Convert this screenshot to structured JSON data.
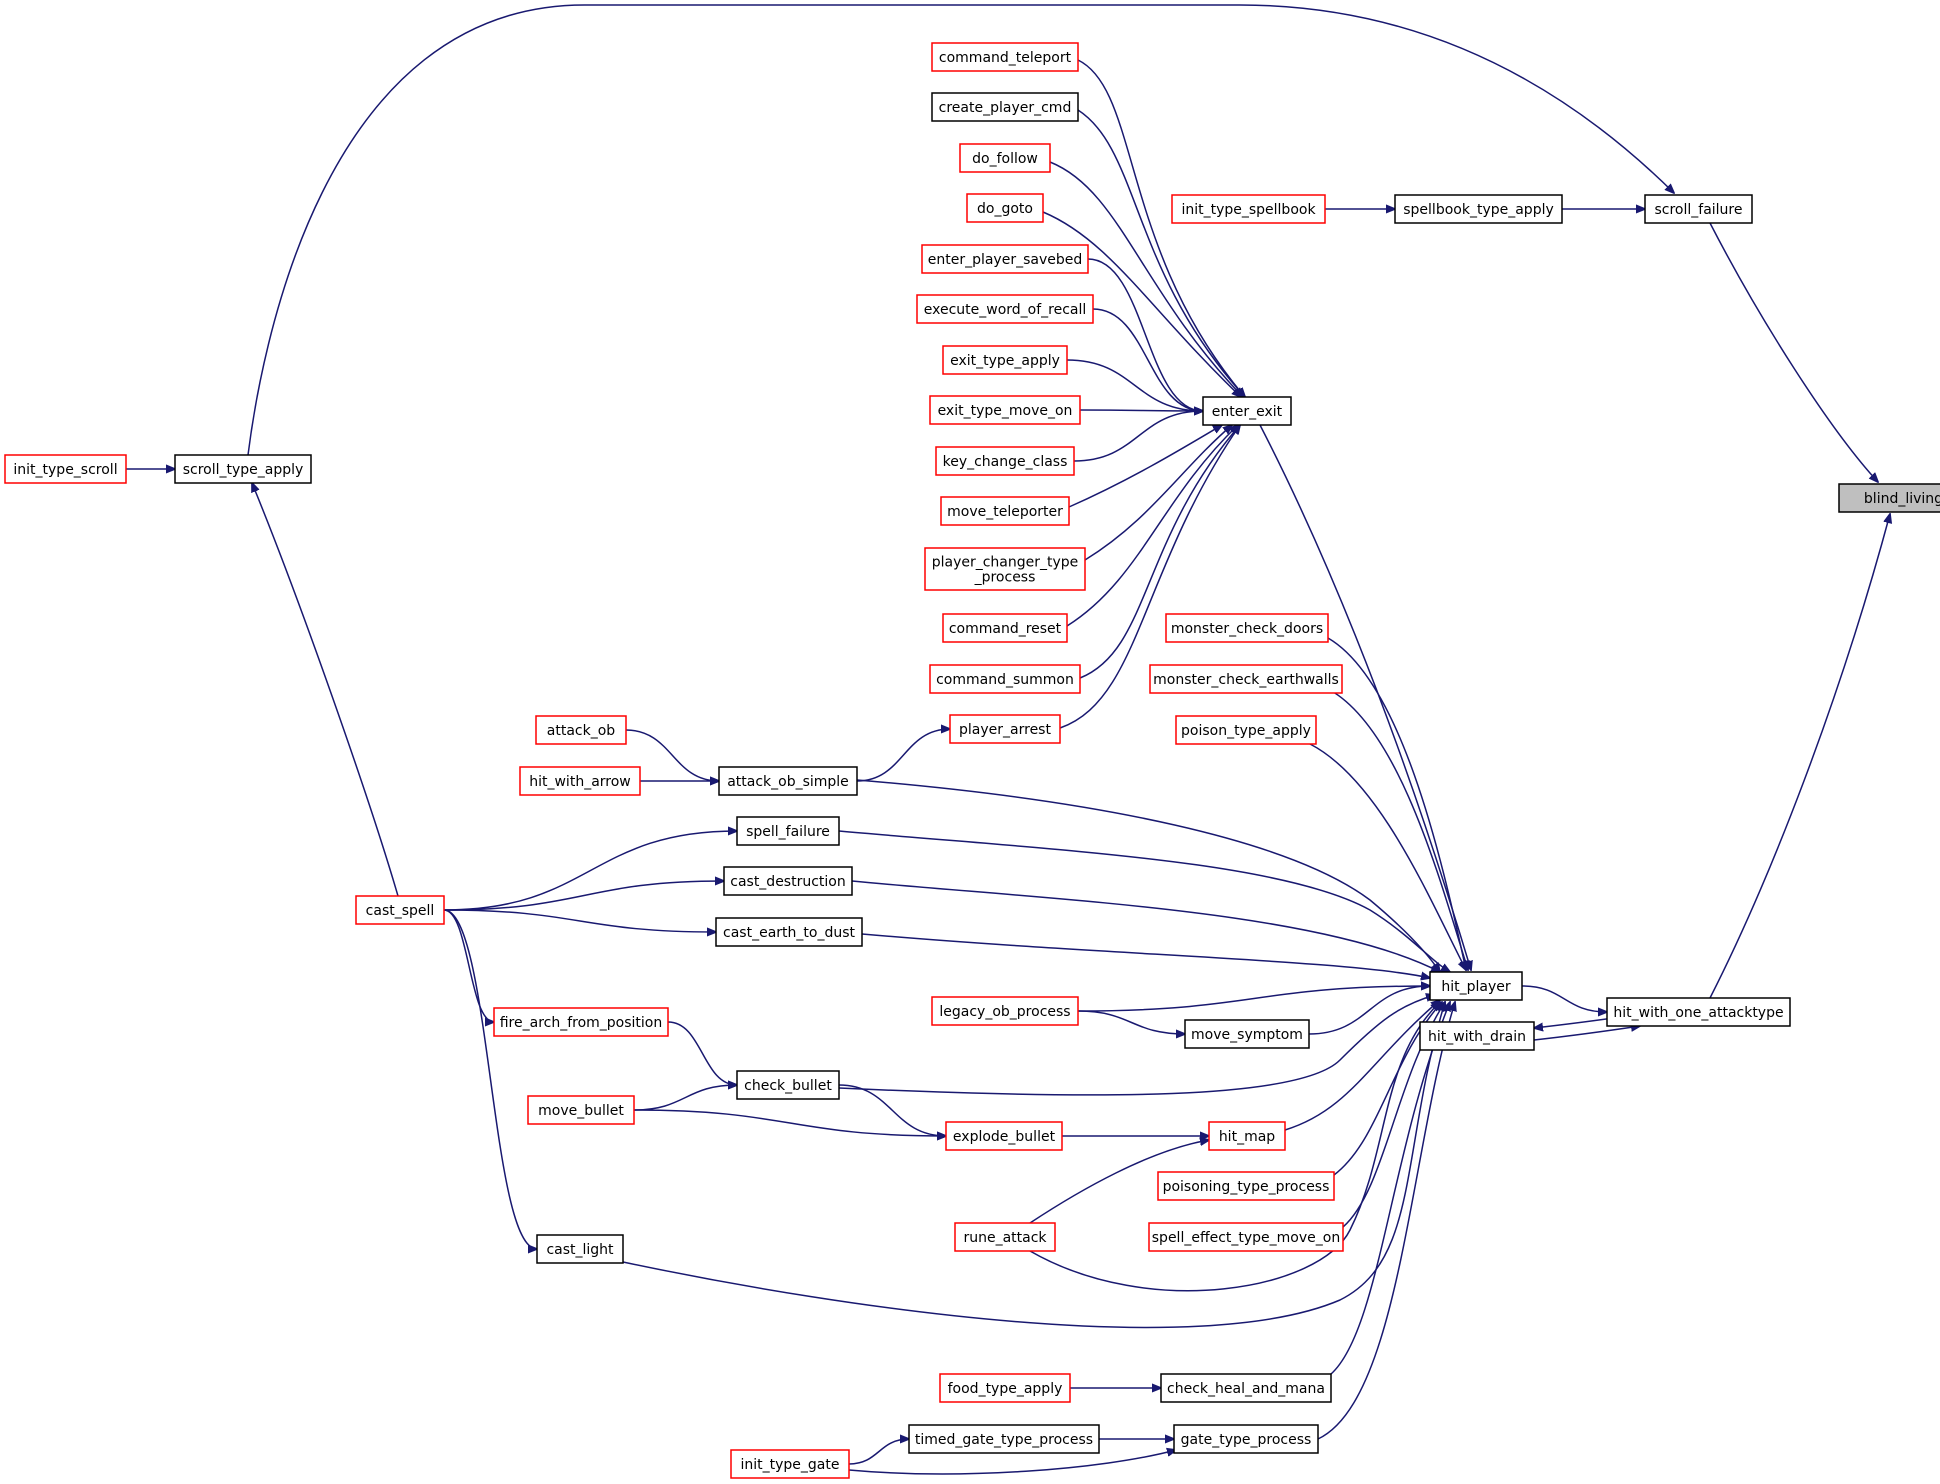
{
  "colors": {
    "edge": "#191970",
    "node_border_black": "#000000",
    "node_border_red": "#ff0000",
    "focus_fill": "#bfbfbf"
  },
  "nodes": {
    "blind_living": {
      "lines": [
        "blind_living"
      ],
      "border": "black",
      "focus": true
    },
    "scroll_failure": {
      "lines": [
        "scroll_failure"
      ],
      "border": "black"
    },
    "hit_with_one_attacktype": {
      "lines": [
        "hit_with_one_attacktype"
      ],
      "border": "black"
    },
    "spellbook_type_apply": {
      "lines": [
        "spellbook_type_apply"
      ],
      "border": "black"
    },
    "init_type_spellbook": {
      "lines": [
        "init_type_spellbook"
      ],
      "border": "red"
    },
    "scroll_type_apply": {
      "lines": [
        "scroll_type_apply"
      ],
      "border": "black"
    },
    "init_type_scroll": {
      "lines": [
        "init_type_scroll"
      ],
      "border": "red"
    },
    "cast_spell": {
      "lines": [
        "cast_spell"
      ],
      "border": "red"
    },
    "hit_player": {
      "lines": [
        "hit_player"
      ],
      "border": "black"
    },
    "hit_with_drain": {
      "lines": [
        "hit_with_drain"
      ],
      "border": "black"
    },
    "enter_exit": {
      "lines": [
        "enter_exit"
      ],
      "border": "black"
    },
    "command_teleport": {
      "lines": [
        "command_teleport"
      ],
      "border": "red"
    },
    "create_player_cmd": {
      "lines": [
        "create_player_cmd"
      ],
      "border": "black"
    },
    "do_follow": {
      "lines": [
        "do_follow"
      ],
      "border": "red"
    },
    "do_goto": {
      "lines": [
        "do_goto"
      ],
      "border": "red"
    },
    "enter_player_savebed": {
      "lines": [
        "enter_player_savebed"
      ],
      "border": "red"
    },
    "execute_word_of_recall": {
      "lines": [
        "execute_word_of_recall"
      ],
      "border": "red"
    },
    "exit_type_apply": {
      "lines": [
        "exit_type_apply"
      ],
      "border": "red"
    },
    "exit_type_move_on": {
      "lines": [
        "exit_type_move_on"
      ],
      "border": "red"
    },
    "key_change_class": {
      "lines": [
        "key_change_class"
      ],
      "border": "red"
    },
    "move_teleporter": {
      "lines": [
        "move_teleporter"
      ],
      "border": "red"
    },
    "player_changer_type_process": {
      "lines": [
        "player_changer_type",
        "_process"
      ],
      "border": "red"
    },
    "command_reset": {
      "lines": [
        "command_reset"
      ],
      "border": "red"
    },
    "command_summon": {
      "lines": [
        "command_summon"
      ],
      "border": "red"
    },
    "player_arrest": {
      "lines": [
        "player_arrest"
      ],
      "border": "red"
    },
    "attack_ob_simple": {
      "lines": [
        "attack_ob_simple"
      ],
      "border": "black"
    },
    "attack_ob": {
      "lines": [
        "attack_ob"
      ],
      "border": "red"
    },
    "hit_with_arrow": {
      "lines": [
        "hit_with_arrow"
      ],
      "border": "red"
    },
    "monster_check_doors": {
      "lines": [
        "monster_check_doors"
      ],
      "border": "red"
    },
    "monster_check_earthwalls": {
      "lines": [
        "monster_check_earthwalls"
      ],
      "border": "red"
    },
    "poison_type_apply": {
      "lines": [
        "poison_type_apply"
      ],
      "border": "red"
    },
    "spell_failure": {
      "lines": [
        "spell_failure"
      ],
      "border": "black"
    },
    "cast_destruction": {
      "lines": [
        "cast_destruction"
      ],
      "border": "black"
    },
    "cast_earth_to_dust": {
      "lines": [
        "cast_earth_to_dust"
      ],
      "border": "black"
    },
    "legacy_ob_process": {
      "lines": [
        "legacy_ob_process"
      ],
      "border": "red"
    },
    "move_symptom": {
      "lines": [
        "move_symptom"
      ],
      "border": "black"
    },
    "fire_arch_from_position": {
      "lines": [
        "fire_arch_from_position"
      ],
      "border": "red"
    },
    "check_bullet": {
      "lines": [
        "check_bullet"
      ],
      "border": "black"
    },
    "move_bullet": {
      "lines": [
        "move_bullet"
      ],
      "border": "red"
    },
    "explode_bullet": {
      "lines": [
        "explode_bullet"
      ],
      "border": "red"
    },
    "hit_map": {
      "lines": [
        "hit_map"
      ],
      "border": "red"
    },
    "poisoning_type_process": {
      "lines": [
        "poisoning_type_process"
      ],
      "border": "red"
    },
    "rune_attack": {
      "lines": [
        "rune_attack"
      ],
      "border": "red"
    },
    "spell_effect_type_move_on": {
      "lines": [
        "spell_effect_type_move_on"
      ],
      "border": "red"
    },
    "cast_light": {
      "lines": [
        "cast_light"
      ],
      "border": "black"
    },
    "food_type_apply": {
      "lines": [
        "food_type_apply"
      ],
      "border": "red"
    },
    "check_heal_and_mana": {
      "lines": [
        "check_heal_and_mana"
      ],
      "border": "black"
    },
    "timed_gate_type_process": {
      "lines": [
        "timed_gate_type_process"
      ],
      "border": "black"
    },
    "gate_type_process": {
      "lines": [
        "gate_type_process"
      ],
      "border": "black"
    },
    "init_type_gate": {
      "lines": [
        "init_type_gate"
      ],
      "border": "red"
    }
  },
  "edges": [
    [
      "scroll_failure",
      "blind_living"
    ],
    [
      "hit_with_one_attacktype",
      "blind_living"
    ],
    [
      "spellbook_type_apply",
      "scroll_failure"
    ],
    [
      "init_type_spellbook",
      "spellbook_type_apply"
    ],
    [
      "scroll_type_apply",
      "scroll_failure"
    ],
    [
      "init_type_scroll",
      "scroll_type_apply"
    ],
    [
      "cast_spell",
      "scroll_type_apply"
    ],
    [
      "hit_player",
      "hit_with_one_attacktype"
    ],
    [
      "hit_with_one_attacktype",
      "hit_with_drain"
    ],
    [
      "hit_with_drain",
      "hit_with_one_attacktype"
    ],
    [
      "enter_exit",
      "hit_player"
    ],
    [
      "command_teleport",
      "enter_exit"
    ],
    [
      "create_player_cmd",
      "enter_exit"
    ],
    [
      "do_follow",
      "enter_exit"
    ],
    [
      "do_goto",
      "enter_exit"
    ],
    [
      "enter_player_savebed",
      "enter_exit"
    ],
    [
      "execute_word_of_recall",
      "enter_exit"
    ],
    [
      "exit_type_apply",
      "enter_exit"
    ],
    [
      "exit_type_move_on",
      "enter_exit"
    ],
    [
      "key_change_class",
      "enter_exit"
    ],
    [
      "move_teleporter",
      "enter_exit"
    ],
    [
      "player_changer_type_process",
      "enter_exit"
    ],
    [
      "command_reset",
      "enter_exit"
    ],
    [
      "command_summon",
      "enter_exit"
    ],
    [
      "player_arrest",
      "enter_exit"
    ],
    [
      "attack_ob_simple",
      "player_arrest"
    ],
    [
      "attack_ob",
      "attack_ob_simple"
    ],
    [
      "hit_with_arrow",
      "attack_ob_simple"
    ],
    [
      "attack_ob_simple",
      "hit_player"
    ],
    [
      "monster_check_doors",
      "hit_player"
    ],
    [
      "monster_check_earthwalls",
      "hit_player"
    ],
    [
      "poison_type_apply",
      "hit_player"
    ],
    [
      "cast_spell",
      "spell_failure"
    ],
    [
      "spell_failure",
      "hit_player"
    ],
    [
      "cast_spell",
      "cast_destruction"
    ],
    [
      "cast_destruction",
      "hit_player"
    ],
    [
      "cast_spell",
      "cast_earth_to_dust"
    ],
    [
      "cast_earth_to_dust",
      "hit_player"
    ],
    [
      "legacy_ob_process",
      "hit_player"
    ],
    [
      "legacy_ob_process",
      "move_symptom"
    ],
    [
      "move_symptom",
      "hit_player"
    ],
    [
      "cast_spell",
      "fire_arch_from_position"
    ],
    [
      "fire_arch_from_position",
      "check_bullet"
    ],
    [
      "move_bullet",
      "check_bullet"
    ],
    [
      "check_bullet",
      "hit_player"
    ],
    [
      "check_bullet",
      "explode_bullet"
    ],
    [
      "move_bullet",
      "explode_bullet"
    ],
    [
      "explode_bullet",
      "hit_map"
    ],
    [
      "rune_attack",
      "hit_map"
    ],
    [
      "hit_map",
      "hit_player"
    ],
    [
      "poisoning_type_process",
      "hit_player"
    ],
    [
      "rune_attack",
      "hit_player"
    ],
    [
      "spell_effect_type_move_on",
      "hit_player"
    ],
    [
      "cast_spell",
      "cast_light"
    ],
    [
      "cast_light",
      "hit_player"
    ],
    [
      "food_type_apply",
      "check_heal_and_mana"
    ],
    [
      "check_heal_and_mana",
      "hit_player"
    ],
    [
      "timed_gate_type_process",
      "gate_type_process"
    ],
    [
      "init_type_gate",
      "timed_gate_type_process"
    ],
    [
      "init_type_gate",
      "gate_type_process"
    ],
    [
      "gate_type_process",
      "hit_player"
    ]
  ]
}
